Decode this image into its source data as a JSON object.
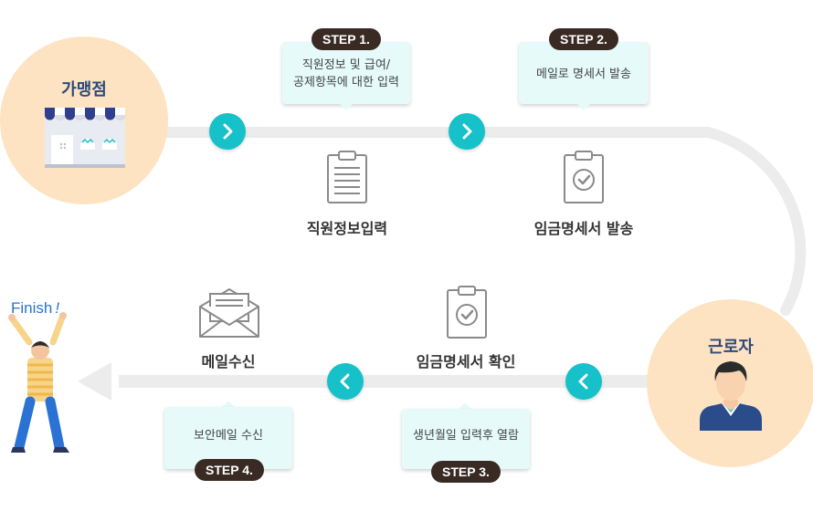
{
  "nodes": {
    "store_label": "가맹점",
    "worker_label": "근로자",
    "finish_label": "Finish",
    "finish_mark": "!"
  },
  "steps": [
    {
      "badge": "STEP 1.",
      "lines": [
        "직원정보 및 급여/",
        "공제항목에 대한 입력"
      ],
      "caption": "직원정보입력",
      "icon": "clipboard-list-icon"
    },
    {
      "badge": "STEP 2.",
      "lines": [
        "메일로 명세서 발송"
      ],
      "caption": "임금명세서 발송",
      "icon": "clipboard-check-icon"
    },
    {
      "badge": "STEP 3.",
      "lines": [
        "생년월일 입력후 열람"
      ],
      "caption": "임금명세서 확인",
      "icon": "clipboard-check-icon"
    },
    {
      "badge": "STEP 4.",
      "lines": [
        "보안메일 수신"
      ],
      "caption": "메일수신",
      "icon": "envelope-open-icon"
    }
  ],
  "colors": {
    "accent": "#16c1c9",
    "node_fill": "#fde3c1",
    "track": "#ececec",
    "badge": "#3a2a24",
    "box": "#e6fafa",
    "label": "#2d4a7a",
    "finish": "#2a73d4"
  }
}
